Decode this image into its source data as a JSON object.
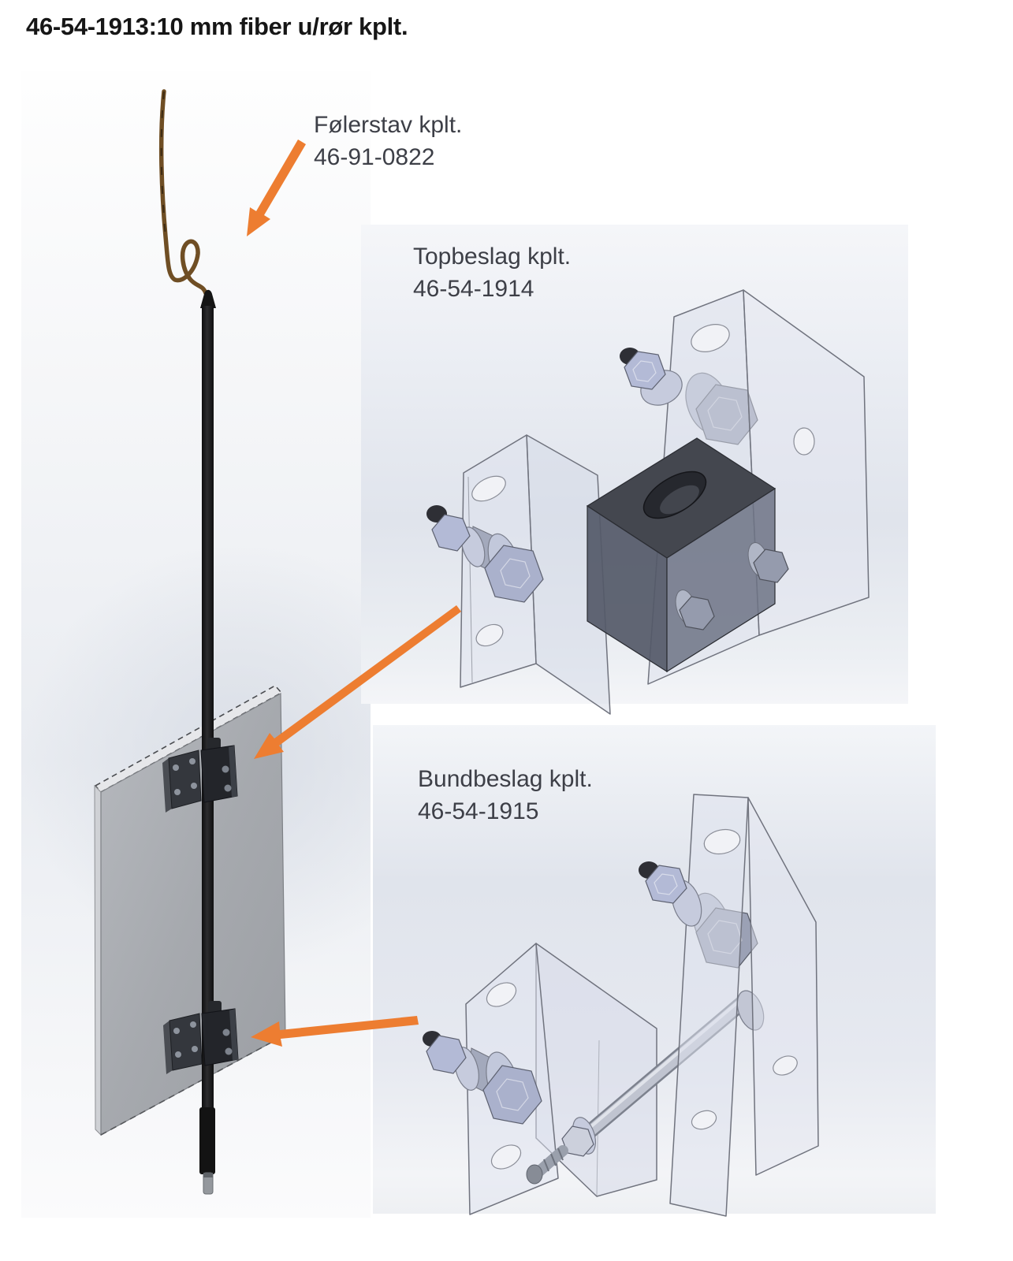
{
  "page": {
    "title": "46-54-1913:10 mm fiber u/rør kplt."
  },
  "figures": {
    "sensor": {
      "label_line1": "Følerstav kplt.",
      "label_line2": "46-91-0822"
    },
    "top_bracket": {
      "label_line1": "Topbeslag kplt.",
      "label_line2": "46-54-1914"
    },
    "bottom_bracket": {
      "label_line1": "Bundbeslag kplt.",
      "label_line2": "46-54-1915"
    }
  },
  "colors": {
    "arrow_orange": "#ED7D31",
    "title_text": "#161616",
    "label_text": "#3d3f47",
    "rod_black": "#1a1a1a",
    "wire_copper": "#6f4e24",
    "plate_grey": "#a7aaaf",
    "cad_plate_tint": "#dfe2ef",
    "cad_block_dark": "#44474f"
  }
}
